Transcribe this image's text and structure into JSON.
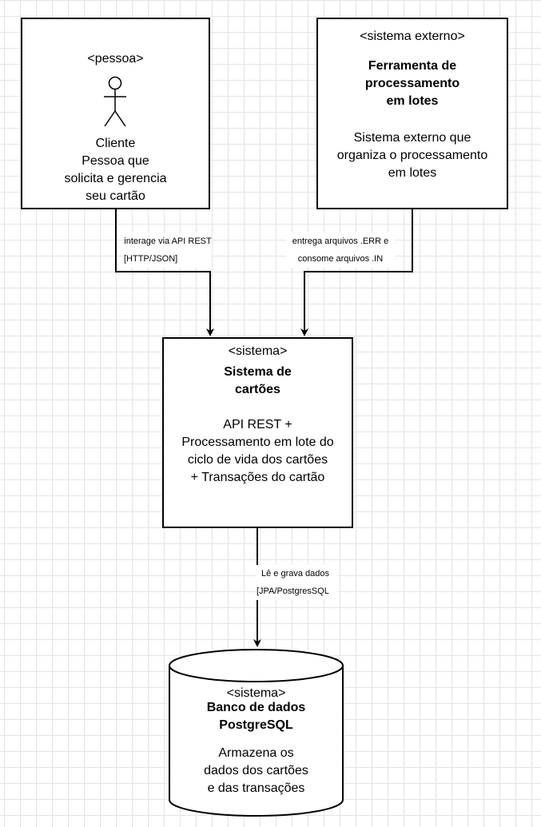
{
  "person": {
    "stereotype": "<pessoa>",
    "name": "Cliente",
    "desc_lines": [
      "Pessoa que",
      "solicita e gerencia",
      "seu cartão"
    ]
  },
  "external": {
    "stereotype": "<sistema externo>",
    "title_lines": [
      "Ferramenta de",
      "processamento",
      "em lotes"
    ],
    "desc_lines": [
      "Sistema externo que",
      "organiza o processamento",
      "em lotes"
    ]
  },
  "system": {
    "stereotype": "<sistema>",
    "title_lines": [
      "Sistema de",
      "cartões"
    ],
    "desc_lines": [
      "API REST +",
      "Processamento em lote do",
      "ciclo de vida dos cartões",
      "+ Transações do cartão"
    ]
  },
  "database": {
    "stereotype": "<sistema>",
    "title_lines": [
      "Banco de dados",
      "PostgreSQL"
    ],
    "desc_lines": [
      "Armazena os",
      "dados dos cartões",
      "e das transações"
    ]
  },
  "edges": {
    "person_to_system": [
      "interage via API REST",
      "[HTTP/JSON]"
    ],
    "external_to_system": [
      "entrega arquivos .ERR e",
      "consome arquivos .IN"
    ],
    "system_to_db": [
      "Lê e grava dados",
      "[JPA/PostgresSQL"
    ]
  }
}
